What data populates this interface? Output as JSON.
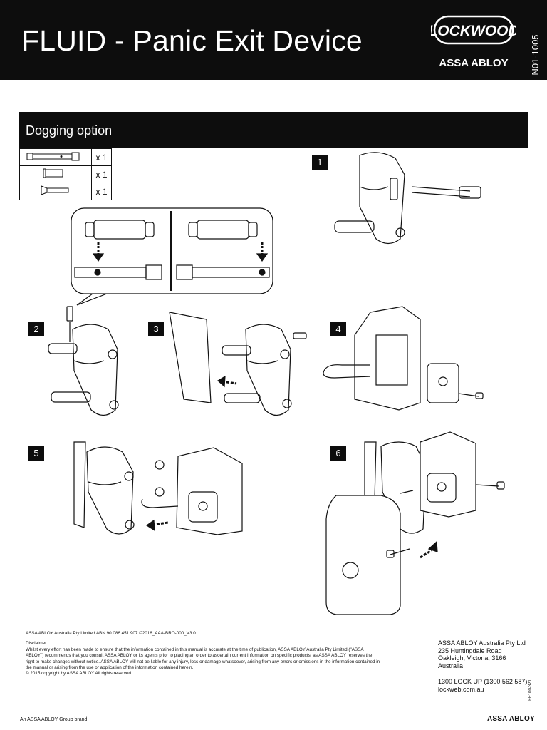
{
  "header": {
    "title": "FLUID - Panic Exit Device",
    "logo_text": "LOCKWOOD",
    "logo_subtext": "ASSA ABLOY",
    "doc_number": "N01-1005"
  },
  "section": {
    "title": "Dogging option"
  },
  "parts": [
    {
      "icon": "dogging-pin-icon",
      "qty": "x 1"
    },
    {
      "icon": "sleeve-icon",
      "qty": "x 1"
    },
    {
      "icon": "screw-icon",
      "qty": "x 1"
    }
  ],
  "steps": [
    "1",
    "2",
    "3",
    "4",
    "5",
    "6"
  ],
  "footer": {
    "company_line": "ASSA ABLOY Australia Pty Limited ABN 90 086 451 907 ©2016_AAA-BRO-000_V3.0",
    "disclaimer_heading": "Disclaimer",
    "disclaimer_text": "Whilst every effort has been made to ensure that the information contained in this manual is accurate at the time of publication, ASSA ABLOY Australia Pty Limited (\"ASSA ABLOY\") recommends that you consult ASSA ABLOY or its agents prior to placing an order to ascertain current information on specific products, as ASSA ABLOY reserves the right to make changes without notice. ASSA ABLOY will not be liable for any injury, loss or damage whatsoever, arising from any errors or omissions in the information contained in the manual or arising from the use or application of the information contained herein.",
    "copyright": "© 2015 copyright by ASSA ABLOY All rights reserved",
    "address_lines": [
      "ASSA ABLOY Australia Pty Ltd",
      "235 Huntingdale Road",
      "Oakleigh, Victoria, 3166",
      "Australia"
    ],
    "phone": "1300 LOCK UP (1300 562 587)",
    "website": "lockweb.com.au",
    "form_code": "FE100-321",
    "group_brand": "An ASSA ABLOY Group brand",
    "footer_logo": "ASSA ABLOY"
  }
}
